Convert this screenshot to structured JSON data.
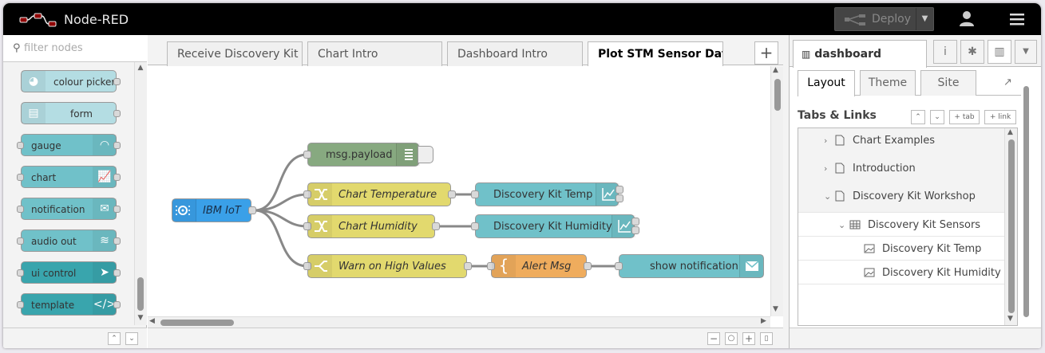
{
  "header": {
    "title": "Node-RED",
    "deploy_label": "Deploy"
  },
  "palette": {
    "filter_placeholder": "filter nodes",
    "nodes": [
      {
        "label": "colour picker",
        "icon": "palette-icon",
        "color": "#b4dde3"
      },
      {
        "label": "form",
        "icon": "form-icon",
        "color": "#b4dde3"
      },
      {
        "label": "gauge",
        "icon": "gauge-icon",
        "color": "#70c1c9"
      },
      {
        "label": "chart",
        "icon": "chart-icon",
        "color": "#70c1c9"
      },
      {
        "label": "notification",
        "icon": "envelope-icon",
        "color": "#70c1c9"
      },
      {
        "label": "audio out",
        "icon": "audio-icon",
        "color": "#70c1c9"
      },
      {
        "label": "ui control",
        "icon": "arrow-icon",
        "color": "#39a5ad"
      },
      {
        "label": "template",
        "icon": "code-icon",
        "color": "#39a5ad"
      }
    ]
  },
  "workspace": {
    "tabs": [
      {
        "label": "Receive Discovery Kit Data"
      },
      {
        "label": "Chart Intro"
      },
      {
        "label": "Dashboard Intro"
      },
      {
        "label": "Plot STM Sensor Data"
      }
    ],
    "active_tab": 3,
    "nodes": {
      "ibm_iot": "IBM IoT",
      "debug": "msg.payload",
      "chart_temp": "Chart Temperature",
      "chart_hum": "Chart Humidity",
      "warn": "Warn on High Values",
      "alert": "Alert Msg",
      "kit_temp": "Discovery Kit Temp",
      "kit_hum": "Discovery Kit Humidity",
      "show_notif": "show notification"
    },
    "colors": {
      "ibm": "#3aa0e8",
      "debug": "#87a980",
      "function": "#e2d96e",
      "template": "#efac5d",
      "dashboard": "#70c1c9"
    }
  },
  "sidebar": {
    "tab_label": "dashboard",
    "subtabs": [
      "Layout",
      "Theme",
      "Site"
    ],
    "section_title": "Tabs & Links",
    "tab_btn": "tab",
    "link_btn": "link",
    "tree": [
      {
        "label": "Chart Examples",
        "kind": "page"
      },
      {
        "label": "Introduction",
        "kind": "page"
      },
      {
        "label": "Discovery Kit Workshop",
        "kind": "page"
      },
      {
        "label": "Discovery Kit Sensors",
        "kind": "group"
      },
      {
        "label": "Discovery Kit Temp",
        "kind": "widget"
      },
      {
        "label": "Discovery Kit Humidity",
        "kind": "widget"
      }
    ]
  }
}
